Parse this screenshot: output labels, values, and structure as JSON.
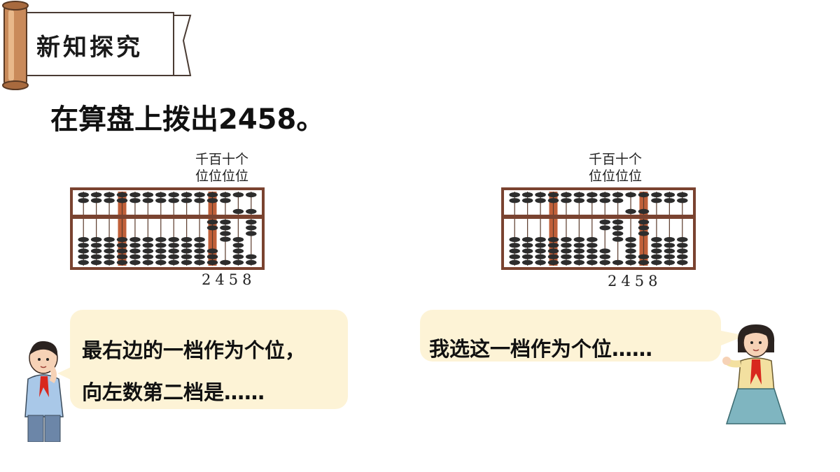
{
  "banner": {
    "title": "新知探究"
  },
  "task": {
    "text": "在算盘上拨出2458。"
  },
  "left_abacus": {
    "place_top": "千百十个",
    "place_bottom": "位位位位",
    "number": "2458"
  },
  "right_abacus": {
    "place_top": "千百十个",
    "place_bottom": "位位位位",
    "number": "2458"
  },
  "left_bubble": {
    "line1": "最右边的一档作为个位，",
    "line2": "向左数第二档是……"
  },
  "right_bubble": {
    "line1": "我选这一档作为个位……"
  },
  "colors": {
    "frame": "#7a4330",
    "bead": "#2d2d2d",
    "highlight_rod": "#c0603a",
    "bubble": "#fdf3d6"
  },
  "abacus_values": {
    "left": [
      0,
      0,
      0,
      0,
      0,
      0,
      0,
      0,
      0,
      0,
      2,
      4,
      5,
      8
    ],
    "right": [
      0,
      0,
      0,
      0,
      0,
      0,
      0,
      2,
      4,
      5,
      8,
      0,
      0,
      0
    ]
  }
}
